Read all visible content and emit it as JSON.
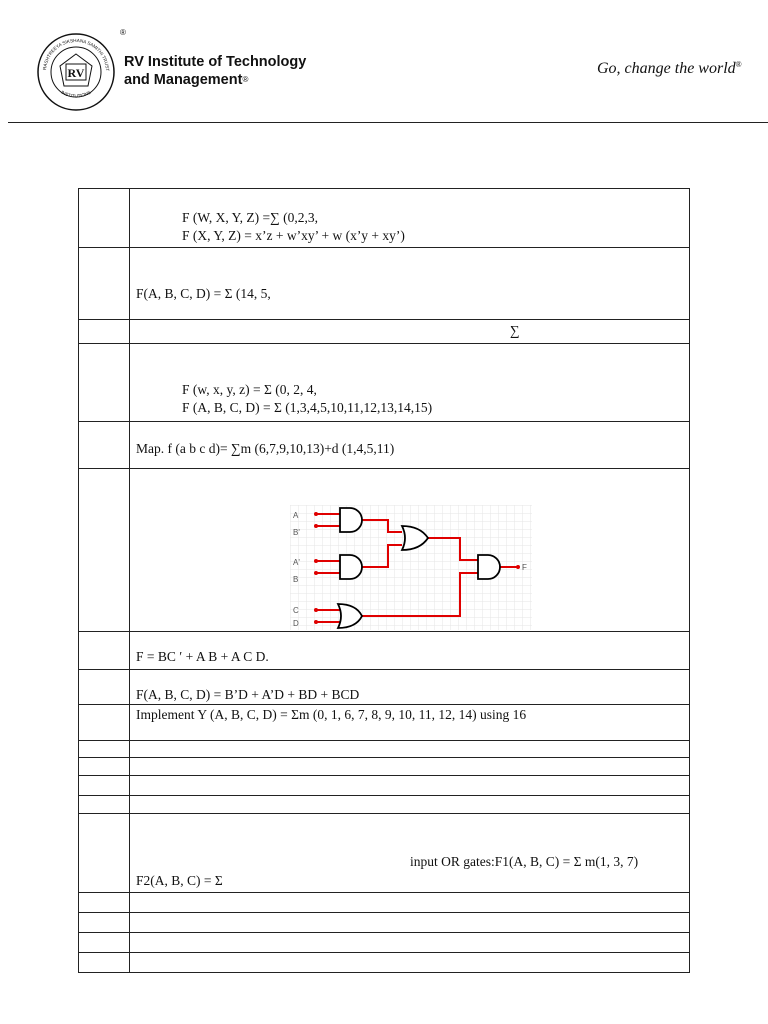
{
  "header": {
    "institution_line1": "RV Institute of Technology",
    "institution_line2": "and Management",
    "registered_mark": "®",
    "tagline": "Go, change the world",
    "logo": {
      "letters": "RV",
      "ring_text": "RASHTREEYA SIKSHANA SAMITHI TRUST",
      "bottom_text": "INSTITUTIONS"
    }
  },
  "rows": [
    {
      "lines": [
        "F (W, X, Y, Z) =∑ (0,2,3,",
        "F (X, Y, Z) = x’z + w’xy’ + w (x’y + xy’)"
      ]
    },
    {
      "lines": [
        "F(A, B, C, D) = Σ (14, 5,"
      ]
    },
    {
      "lines": [
        "∑"
      ]
    },
    {
      "lines": [
        "F (w, x, y, z) = Σ (0, 2, 4,",
        "F (A, B, C, D) = Σ (1,3,4,5,10,11,12,13,14,15)"
      ]
    },
    {
      "lines": [
        "Map. f (a b c d)= ∑m (6,7,9,10,13)+d (1,4,5,11)"
      ]
    },
    {
      "circuit": {
        "inputs": [
          "A",
          "B'",
          "A'",
          "B",
          "C",
          "D"
        ],
        "output": "F"
      }
    },
    {
      "lines": [
        "F = BC ′ + A B + A C D."
      ]
    },
    {
      "lines": [
        "F(A, B, C, D) = B’D + A’D + BD + BCD"
      ]
    },
    {
      "lines": [
        "Implement Y (A, B, C, D) = Σm (0, 1, 6, 7, 8, 9, 10, 11, 12, 14) using 16"
      ]
    },
    {
      "lines": []
    },
    {
      "lines": []
    },
    {
      "lines": []
    },
    {
      "lines": []
    },
    {
      "lines": [
        "input OR gates:F1(A, B, C) = Σ m(1, 3, 7)",
        "F2(A, B, C) = Σ"
      ]
    },
    {
      "lines": []
    },
    {
      "lines": []
    },
    {
      "lines": []
    },
    {
      "lines": []
    }
  ],
  "colors": {
    "wire": "#e00000",
    "gate_stroke": "#000000",
    "grid": "#e6e6e6"
  }
}
